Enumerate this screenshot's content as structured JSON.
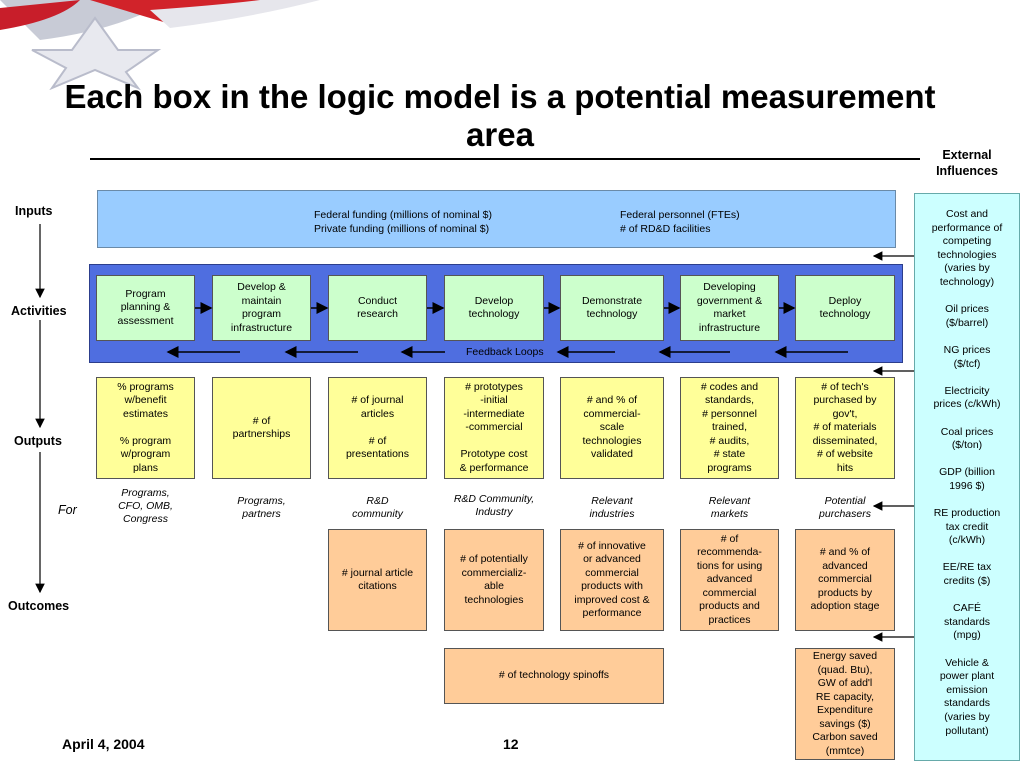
{
  "title": "Each box in the logic model is a potential measurement area",
  "external_influences": {
    "header": "External\nInfluences",
    "items": [
      "Cost and\nperformance of\ncompeting\ntechnologies\n(varies by\ntechnology)",
      "Oil prices\n($/barrel)",
      "NG prices\n($/tcf)",
      "Electricity\nprices (c/kWh)",
      "Coal prices\n($/ton)",
      "GDP (billion\n1996 $)",
      "RE production\ntax credit\n(c/kWh)",
      "EE/RE tax\ncredits ($)",
      "CAFÉ\nstandards\n(mpg)",
      "Vehicle &\npower plant\nemission\nstandards\n(varies by\npollutant)"
    ]
  },
  "row_labels": {
    "inputs": "Inputs",
    "activities": "Activities",
    "outputs": "Outputs",
    "for": "For",
    "outcomes": "Outcomes"
  },
  "inputs": {
    "col1": "Federal funding (millions of nominal $)\nPrivate funding (millions of nominal $)",
    "col2": "Federal personnel (FTEs)\n# of RD&D facilities"
  },
  "activities": [
    "Program\nplanning &\nassessment",
    "Develop &\nmaintain\nprogram\ninfrastructure",
    "Conduct\nresearch",
    "Develop\ntechnology",
    "Demonstrate\ntechnology",
    "Developing\ngovernment &\nmarket\ninfrastructure",
    "Deploy\ntechnology"
  ],
  "feedback_label": "Feedback Loops",
  "outputs": [
    "% programs\nw/benefit\nestimates\n\n% program\nw/program\nplans",
    "# of\npartnerships",
    "# of journal\narticles\n\n# of\npresentations",
    "# prototypes\n-initial\n-intermediate\n-commercial\n\nPrototype cost\n& performance",
    "# and % of\ncommercial-\nscale\ntechnologies\nvalidated",
    "# codes and\nstandards,\n# personnel\ntrained,\n# audits,\n# state\nprograms",
    "# of tech's\npurchased by\ngov't,\n# of materials\ndisseminated,\n# of website\nhits"
  ],
  "audiences": [
    "Programs,\nCFO, OMB,\nCongress",
    "Programs,\npartners",
    "R&D\ncommunity",
    "R&D Community,\nIndustry",
    "Relevant\nindustries",
    "Relevant\nmarkets",
    "Potential\npurchasers"
  ],
  "outcomes": [
    "# journal article\ncitations",
    "# of potentially\ncommercializ-\nable\ntechnologies",
    "# of innovative\nor advanced\ncommercial\nproducts with\nimproved cost &\nperformance",
    "# of\nrecommenda-\ntions for using\nadvanced\ncommercial\nproducts and\npractices",
    "# and % of\nadvanced\ncommercial\nproducts by\nadoption stage"
  ],
  "spinoffs": "# of technology spinoffs",
  "energy_saved": "Energy saved\n(quad. Btu),\nGW of add'l\nRE capacity,\nExpenditure\nsavings ($)\nCarbon saved\n(mmtce)",
  "footer": {
    "date": "April 4, 2004",
    "page": "12"
  }
}
